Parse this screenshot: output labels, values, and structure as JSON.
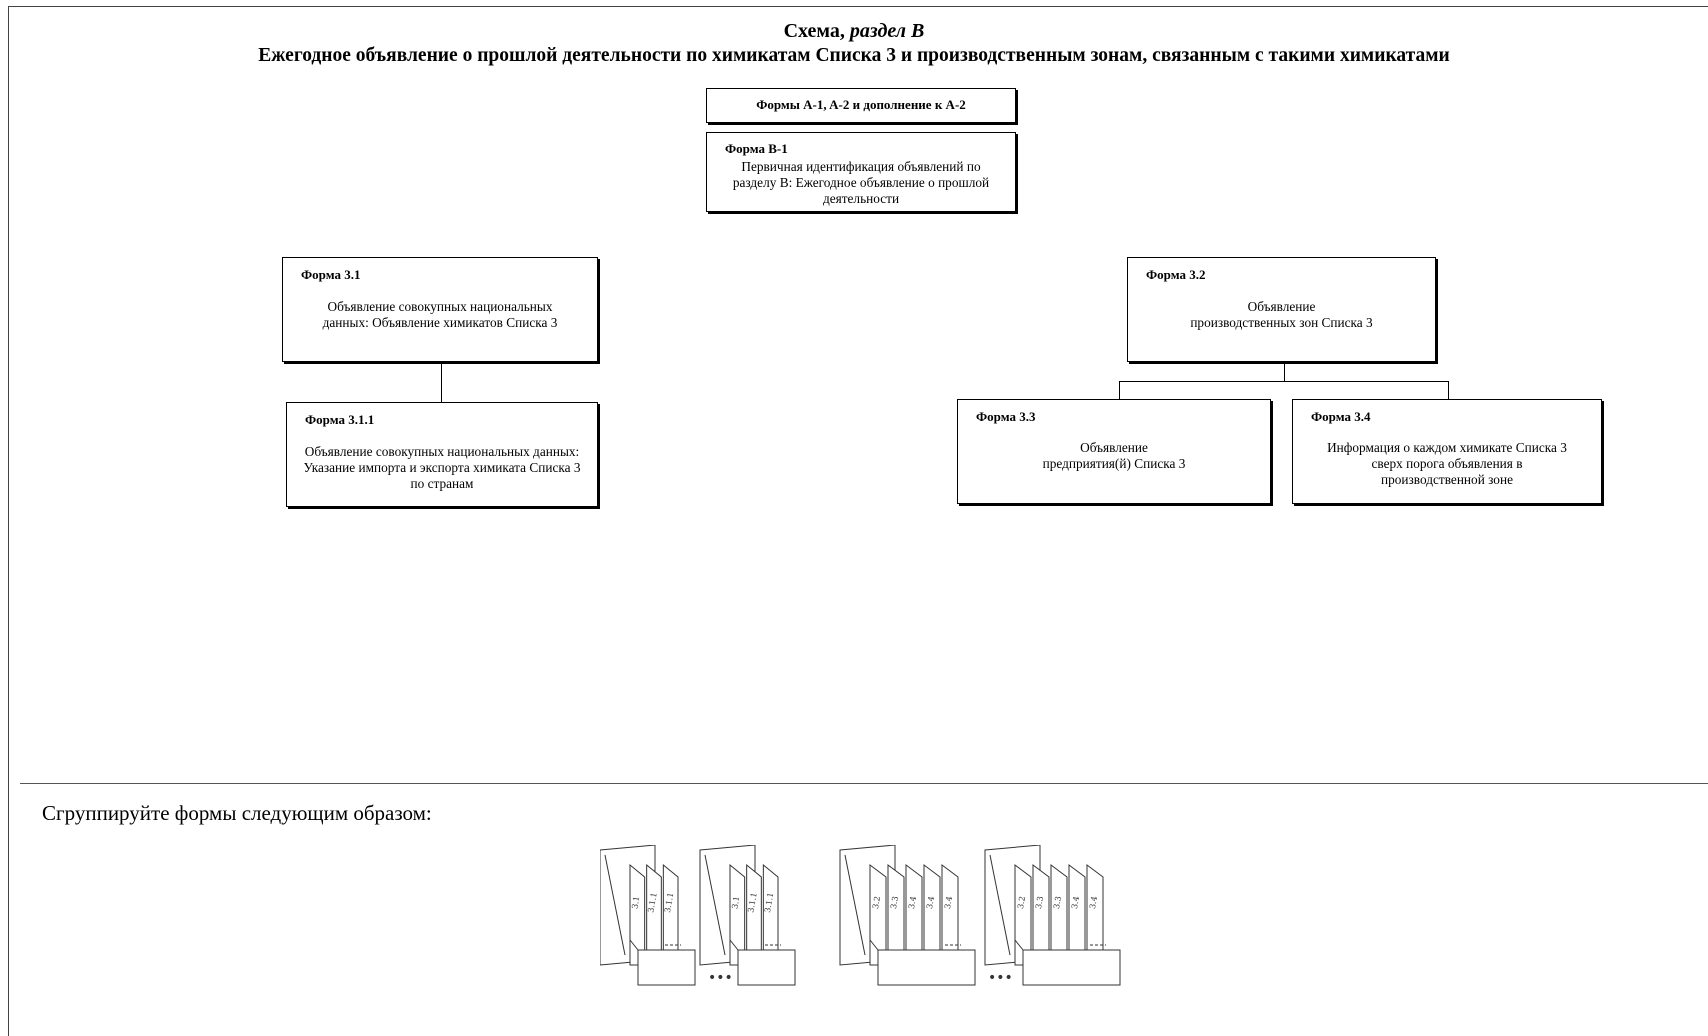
{
  "header": {
    "title_prefix": "Схема,",
    "title_italic": "раздел B",
    "subtitle": "Ежегодное объявление о прошлой деятельности по химикатам Списка 3 и производственным зонам, связанным с такими химикатами"
  },
  "boxes": {
    "forms_a": {
      "title": "Формы A-1, A-2 и дополнение к A-2"
    },
    "form_b1": {
      "title": "Форма B-1",
      "text": "Первичная идентификация объявлений по разделу B: Ежегодное объявление о прошлой деятельности"
    },
    "form_31": {
      "title": "Форма 3.1",
      "text": "Объявление совокупных национальных данных: Объявление химикатов Списка 3"
    },
    "form_311": {
      "title": "Форма 3.1.1",
      "text": "Объявление совокупных национальных данных: Указание импорта и экспорта химиката Списка 3 по странам"
    },
    "form_32": {
      "title": "Форма 3.2",
      "text_line1": "Объявление",
      "text_line2": "производственных зон Списка 3"
    },
    "form_33": {
      "title": "Форма 3.3",
      "text_line1": "Объявление",
      "text_line2": "предприятия(й) Списка 3"
    },
    "form_34": {
      "title": "Форма 3.4",
      "text": "Информация о каждом химикате Списка 3 сверх порога объявления в производственной зоне"
    }
  },
  "footer": {
    "instruction": "Сгруппируйте формы следующим образом:",
    "ellipsis": "•••"
  },
  "organizers": [
    {
      "labels": [
        "3.1",
        "3.1.1",
        "3.1.1"
      ]
    },
    {
      "labels": [
        "3.1",
        "3.1.1",
        "3.1.1"
      ]
    },
    {
      "labels": [
        "3.2",
        "3.3",
        "3.4",
        "3.4",
        "3.4"
      ]
    },
    {
      "labels": [
        "3.2",
        "3.3",
        "3.3",
        "3.4",
        "3.4"
      ]
    }
  ],
  "icons": {
    "organizer": "document-organizer-icon"
  }
}
